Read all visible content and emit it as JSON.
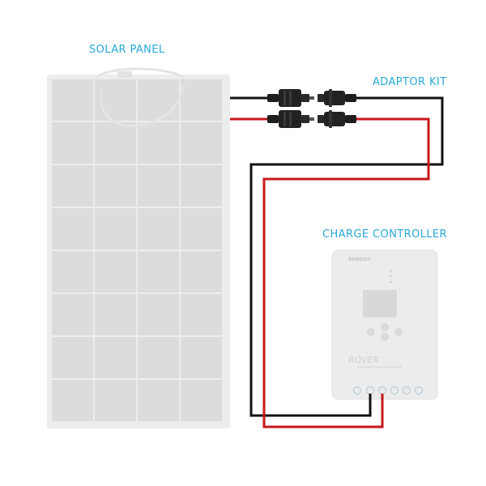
{
  "labels": {
    "solar_panel": "SOLAR PANEL",
    "adaptor_kit": "ADAPTOR KIT",
    "charge_controller": "CHARGE CONTROLLER"
  },
  "controller": {
    "brand": "RENOGY",
    "model": "ROVER"
  },
  "colors": {
    "label": "#29a8d8",
    "panel_frame": "#ededed",
    "panel_cell": "#dcdcdc",
    "wire_negative": "#111111",
    "wire_positive": "#c8171d",
    "controller_body": "#ececec"
  },
  "panel_grid": {
    "columns": 4,
    "rows": 8
  }
}
